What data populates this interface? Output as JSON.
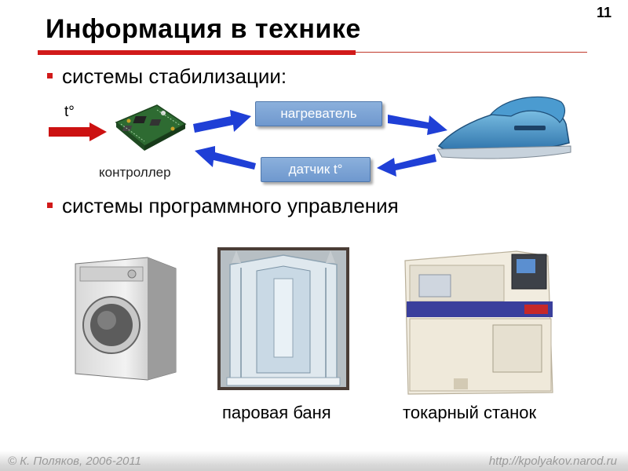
{
  "slide": {
    "number": "11",
    "title": "Информация в технике"
  },
  "bullets": [
    "системы стабилизации:",
    "системы программного управления"
  ],
  "diagram": {
    "input_label": "t°",
    "controller_label": "контроллер",
    "heater_label": "нагреватель",
    "sensor_label": "датчик t°",
    "arrow_colors": {
      "input": "#cc1111",
      "flow": "#1f3fd6"
    }
  },
  "captions": {
    "steam_bath": "паровая баня",
    "lathe": "токарный станок"
  },
  "footer": {
    "left": "© К. Поляков, 2006-2011",
    "right": "http://kpolyakov.narod.ru"
  },
  "colors": {
    "accent": "#d11a1a",
    "pill": "#7aa3d6"
  }
}
